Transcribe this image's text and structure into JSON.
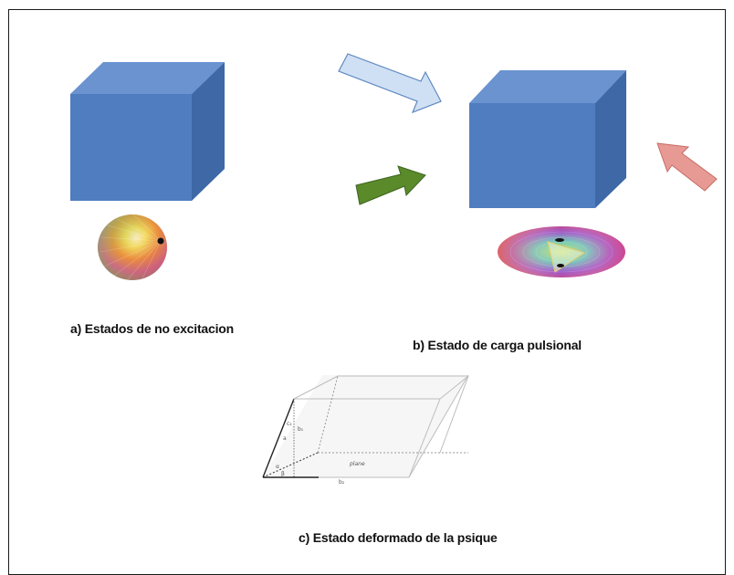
{
  "captions": {
    "a": "a) Estados de no excitacion",
    "b": "b) Estado de carga pulsional",
    "c": "c) Estado deformado de la psique"
  },
  "parallelepiped_labels": {
    "vertical_edge": "a",
    "inner_edge_1": "c₂",
    "inner_edge_2": "b₁",
    "base_edge": "b₂",
    "angle": "α",
    "base_angle": "β",
    "plane": "plane"
  },
  "colors": {
    "cube_front": "#4f7dc0",
    "cube_top": "#6a93d0",
    "cube_side": "#3e68a6",
    "arrow_light_blue": "#cfe0f5",
    "arrow_green": "#5a8a2a",
    "arrow_pink": "#e79a94"
  }
}
